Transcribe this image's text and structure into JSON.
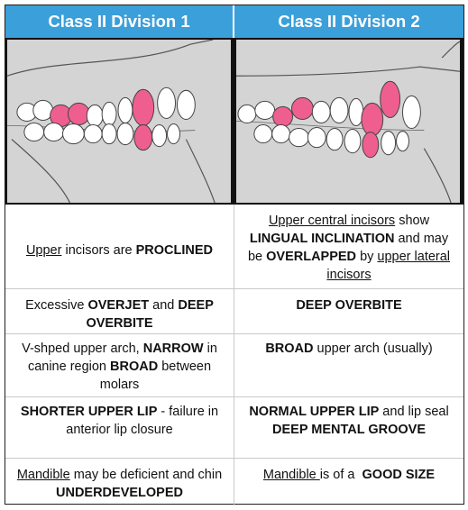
{
  "header": {
    "left": "Class II Division 1",
    "right": "Class II Division 2"
  },
  "colors": {
    "header_bg": "#3b9fda",
    "highlight_teeth": "#ee5f8f",
    "panel_bg": "#d4d4d4"
  },
  "rows": [
    {
      "left": {
        "u1": "Upper",
        "t1": " incisors are ",
        "b1": "PROCLINED"
      },
      "right": {
        "u1": "Upper central incisors",
        "t1": " show ",
        "b1": "LINGUAL INCLINATION",
        "t2": " and may be ",
        "b2": "OVERLAPPED",
        "t3": " by ",
        "u2": "upper lateral incisors"
      }
    },
    {
      "left": {
        "t1": "Excessive ",
        "b1": "OVERJET",
        "t2": " and ",
        "b2": "DEEP OVERBITE"
      },
      "right": {
        "b1": "DEEP OVERBITE"
      }
    },
    {
      "left": {
        "t1": "V-shped upper arch, ",
        "b1": "NARROW",
        "t2": " in canine region ",
        "b2": "BROAD",
        "t3": " between molars"
      },
      "right": {
        "b1": "BROAD",
        "t1": " upper arch (usually)"
      }
    },
    {
      "left": {
        "b1": "SHORTER UPPER LIP",
        "t1": " - failure in anterior lip closure"
      },
      "right": {
        "b1": "NORMAL UPPER LIP",
        "t1": " and lip seal ",
        "b2": "DEEP MENTAL GROOVE"
      }
    },
    {
      "left": {
        "u1": "Mandible",
        "t1": " may be deficient and chin ",
        "b1": "UNDERDEVELOPED"
      },
      "right": {
        "u1": "Mandible ",
        "t1": "is of a  ",
        "b1": "GOOD SIZE"
      }
    }
  ]
}
